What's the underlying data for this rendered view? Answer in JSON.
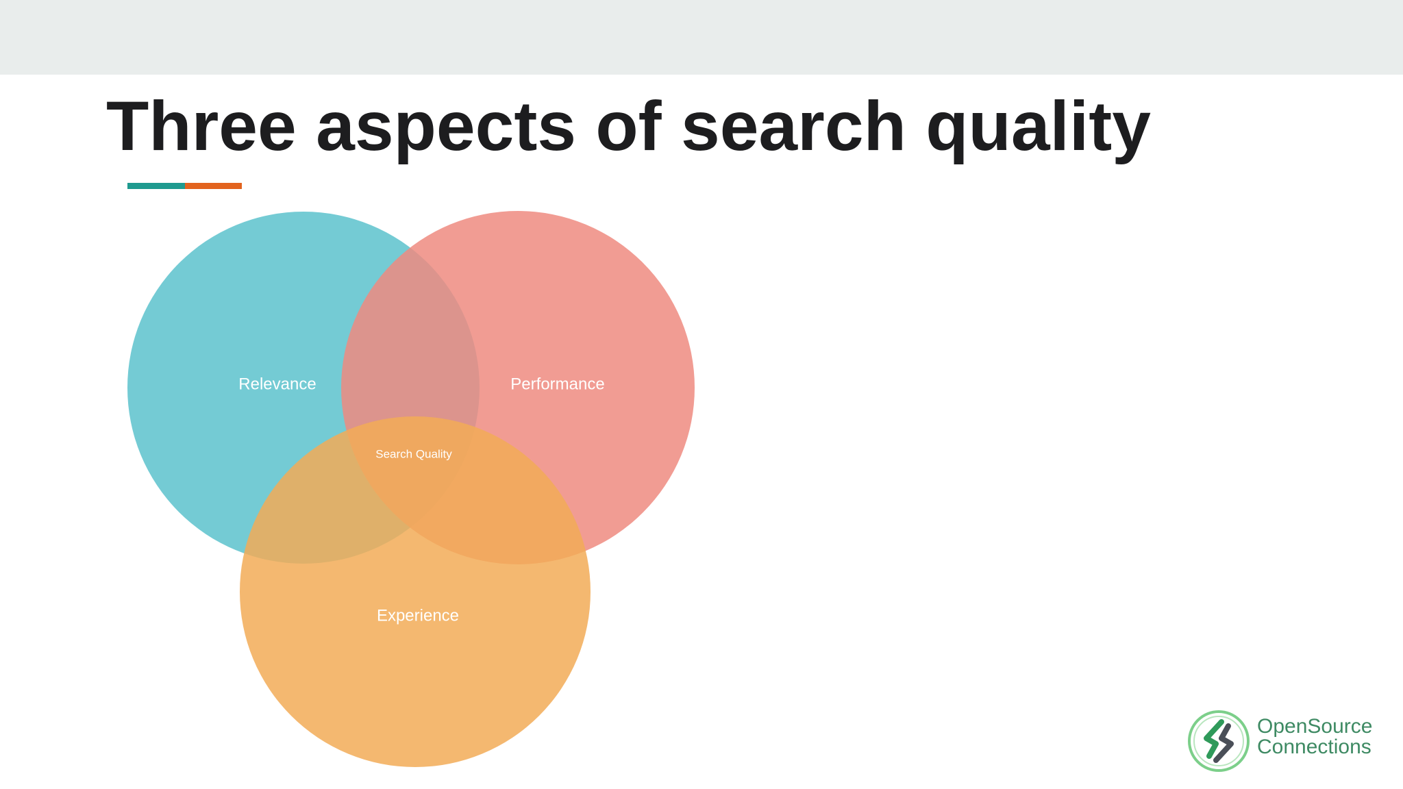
{
  "slide": {
    "title": "Three aspects of search quality"
  },
  "accent": {
    "teal": "#1f9a8f",
    "orange": "#e2631e"
  },
  "venn": {
    "sets": [
      {
        "label": "Relevance",
        "color": "#5cc2cc"
      },
      {
        "label": "Performance",
        "color": "#ef8b80"
      },
      {
        "label": "Experience",
        "color": "#f2ab57"
      }
    ],
    "center_label": "Search Quality"
  },
  "logo": {
    "line1": "OpenSource",
    "line2": "Connections",
    "color": "#3e8a63",
    "icon": "opensource-connections-logo-icon"
  }
}
